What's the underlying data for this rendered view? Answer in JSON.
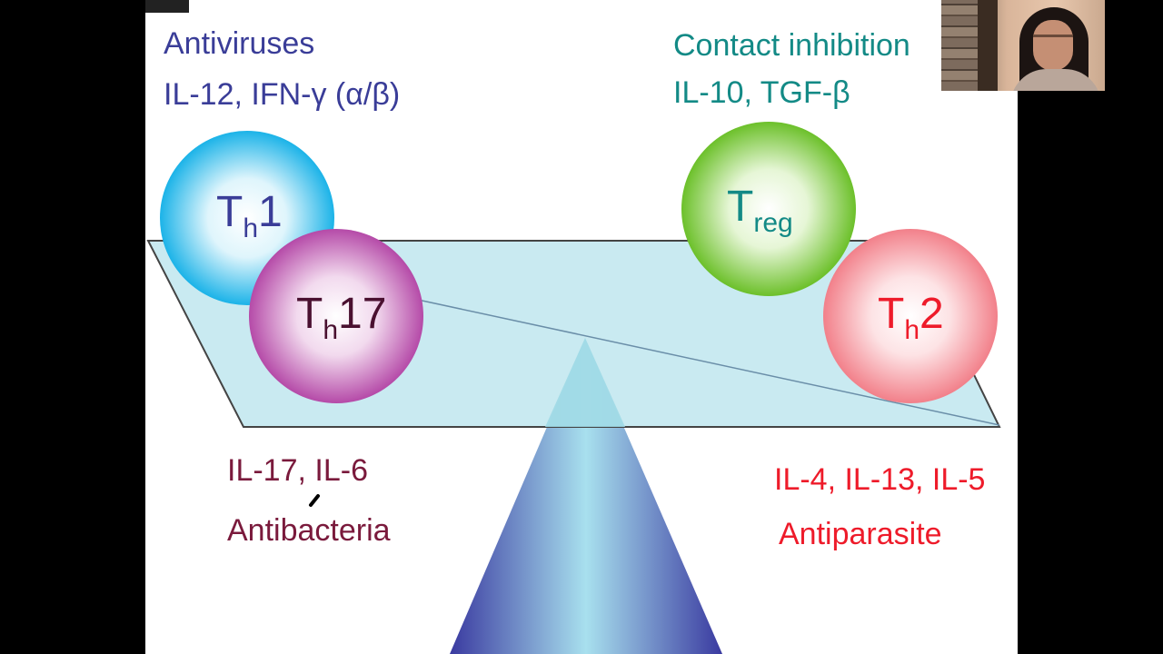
{
  "labels": {
    "top_left_title": "Antiviruses",
    "top_left_cytokines": "IL-12, IFN-γ (α/β)",
    "top_right_title": "Contact inhibition",
    "top_right_cytokines": "IL-10, TGF-β",
    "bottom_left_cytokines": "IL-17, IL-6",
    "bottom_left_title": "Antibacteria",
    "bottom_right_cytokines": "IL-4, IL-13, IL-5",
    "bottom_right_title": "Antiparasite"
  },
  "cells": {
    "th1": {
      "main": "T",
      "sub": "h",
      "suffix": "1"
    },
    "th17": {
      "main": "T",
      "sub": "h",
      "suffix": "17"
    },
    "treg": {
      "main": "T",
      "sub": "reg",
      "suffix": ""
    },
    "th2": {
      "main": "T",
      "sub": "h",
      "suffix": "2"
    }
  },
  "colors": {
    "th1_fill": "#1bb3e8",
    "th17_fill": "#b54aa8",
    "treg_fill": "#6cc02a",
    "th2_fill": "#f2808a",
    "plank": "#bfe6ee",
    "fulcrum": "#3a3aa0",
    "blue_text": "#3a3d98",
    "teal_text": "#138a86",
    "maroon_text": "#7a1a3c",
    "red_text": "#ee1b2a"
  }
}
